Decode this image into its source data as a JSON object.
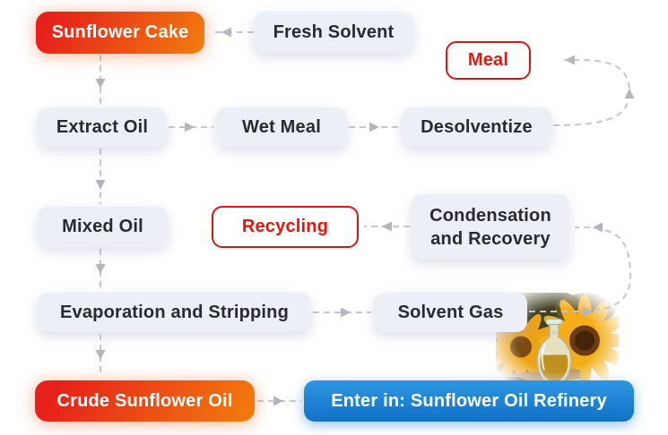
{
  "diagram_title": "Sunflower cake solvent extraction process flow",
  "palette": {
    "red_box_gradient_start": "#e6201a",
    "red_box_gradient_end": "#f1790e",
    "gray_box_bg": "#edeff6",
    "gray_box_text": "#292a30",
    "outline_box_border": "#da170e",
    "outline_box_text": "#e51509",
    "blue_box_gradient_start": "#2f96e2",
    "blue_box_gradient_end": "#1171c6",
    "arrow_dash": "#c5c7ce",
    "arrow_head": "#b4b6bf",
    "background": "#ffffff"
  },
  "nodes": {
    "sunflower_cake": "Sunflower Cake",
    "fresh_solvent": "Fresh Solvent",
    "meal": "Meal",
    "extract_oil": "Extract Oil",
    "wet_meal": "Wet Meal",
    "desolventize": "Desolventize",
    "mixed_oil": "Mixed Oil",
    "recycling": "Recycling",
    "condensation_recovery": "Condensation and Recovery",
    "evaporation_stripping": "Evaporation and Stripping",
    "solvent_gas": "Solvent Gas",
    "crude_sunflower_oil": "Crude Sunflower Oil",
    "refinery_cta": "Enter in: Sunflower Oil Refinery"
  },
  "edges": [
    {
      "from": "fresh_solvent",
      "to": "sunflower_cake",
      "style": "dashed"
    },
    {
      "from": "sunflower_cake",
      "to": "extract_oil",
      "style": "dashed"
    },
    {
      "from": "extract_oil",
      "to": "wet_meal",
      "style": "dashed"
    },
    {
      "from": "wet_meal",
      "to": "desolventize",
      "style": "dashed"
    },
    {
      "from": "desolventize",
      "to": "meal",
      "style": "dashed-curve"
    },
    {
      "from": "extract_oil",
      "to": "mixed_oil",
      "style": "dashed"
    },
    {
      "from": "condensation_recovery",
      "to": "recycling",
      "style": "dashed"
    },
    {
      "from": "mixed_oil",
      "to": "evaporation_stripping",
      "style": "dashed"
    },
    {
      "from": "evaporation_stripping",
      "to": "solvent_gas",
      "style": "dashed"
    },
    {
      "from": "solvent_gas",
      "to": "condensation_recovery",
      "style": "dashed-curve"
    },
    {
      "from": "evaporation_stripping",
      "to": "crude_sunflower_oil",
      "style": "dashed"
    },
    {
      "from": "crude_sunflower_oil",
      "to": "refinery_cta",
      "style": "dashed"
    }
  ],
  "photo": {
    "alt": "sunflowers with a glass bottle of sunflower oil"
  }
}
